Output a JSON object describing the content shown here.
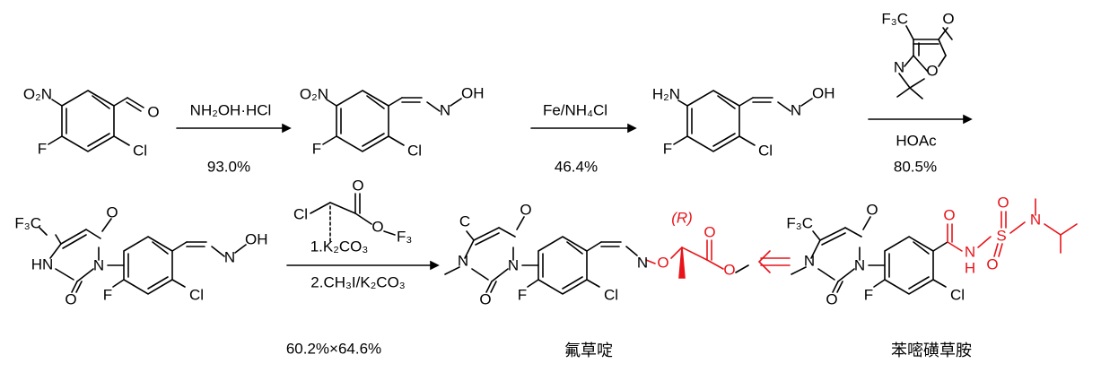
{
  "colors": {
    "ink": "#000000",
    "highlight": "#e8141a"
  },
  "atoms": {
    "o2n": "O₂N",
    "o": "O",
    "f": "F",
    "cl": "Cl",
    "n": "N",
    "oh": "OH",
    "h2n": "H₂N",
    "f3c": "F₃C",
    "hn": "HN",
    "nh_n": "N",
    "h": "H",
    "s": "S",
    "r_label": "(R)",
    "c": "C",
    "f3": "F₃"
  },
  "step1": {
    "reagent": "NH₂OH·HCl",
    "yield": "93.0%"
  },
  "step2": {
    "reagent": "Fe/NH₄Cl",
    "yield": "46.4%"
  },
  "step3": {
    "reagent": "HOAc",
    "yield": "80.5%"
  },
  "step4": {
    "reagent_1": "1.K₂CO₃",
    "reagent_2": "2.CH₃I/K₂CO₃",
    "yield": "60.2%×64.6%"
  },
  "compounds": {
    "flufenpyr_name": "氟草啶",
    "saflufenacil_name": "苯嘧磺草胺"
  }
}
